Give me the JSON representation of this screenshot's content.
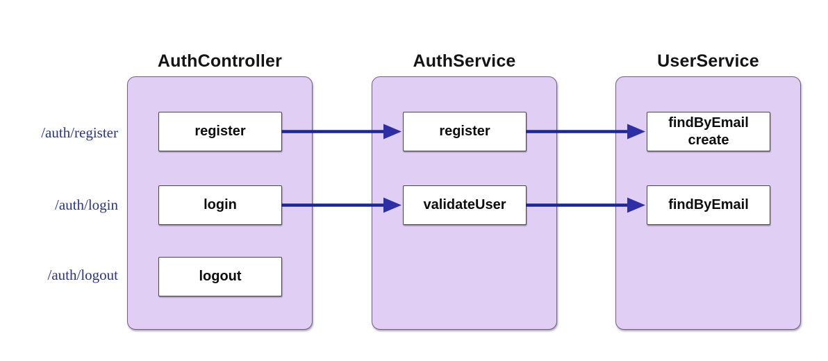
{
  "diagram": {
    "columns": [
      {
        "id": "authcontroller",
        "title": "AuthController",
        "boxes": [
          {
            "id": "ac-register",
            "label": "register"
          },
          {
            "id": "ac-login",
            "label": "login"
          },
          {
            "id": "ac-logout",
            "label": "logout"
          }
        ]
      },
      {
        "id": "authservice",
        "title": "AuthService",
        "boxes": [
          {
            "id": "as-register",
            "label": "register"
          },
          {
            "id": "as-validateuser",
            "label": "validateUser"
          }
        ]
      },
      {
        "id": "userservice",
        "title": "UserService",
        "boxes": [
          {
            "id": "us-findbyemail-create",
            "label": "findByEmail\ncreate"
          },
          {
            "id": "us-findbyemail",
            "label": "findByEmail"
          }
        ]
      }
    ],
    "routes": [
      {
        "label": "/auth/register"
      },
      {
        "label": "/auth/login"
      },
      {
        "label": "/auth/logout"
      }
    ],
    "edges": [
      {
        "from": "ac-register",
        "to": "as-register"
      },
      {
        "from": "as-register",
        "to": "us-findbyemail-create"
      },
      {
        "from": "ac-login",
        "to": "as-validateuser"
      },
      {
        "from": "as-validateuser",
        "to": "us-findbyemail"
      }
    ]
  },
  "colors": {
    "background": "#ffffff",
    "container_fill": "#e1cef4",
    "container_border": "#6e5f84",
    "box_fill": "#ffffff",
    "box_border": "#474747",
    "arrow_line": "#1c2795",
    "arrow_head": "#2e2fa5",
    "route_text": "#2a3480",
    "title_text": "#141414"
  }
}
